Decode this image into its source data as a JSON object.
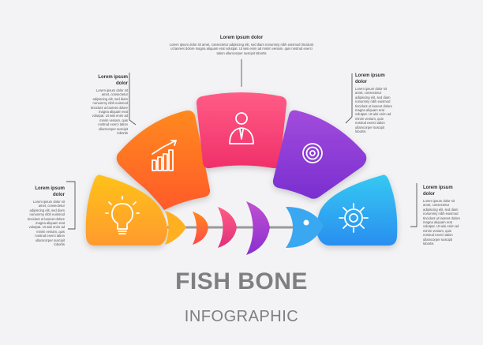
{
  "title": "FISH BONE",
  "subtitle": "INFOGRAPHIC",
  "notes": [
    {
      "heading": "Lorem ipsum dolor",
      "body": "Lorem ipsum dolor sit amet, consectetur adipiscing elit, sed diam nonummy nibh euismod tincidunt ut laoreet dolore magna aliquam erat volutpat. Ut wisi enim ad minim veniam, quis nostrud exerci tation ullamcorper suscipit lobortis"
    },
    {
      "heading": "Lorem ipsum dolor",
      "body": "Lorem ipsum dolor sit amet, consectetur adipiscing elit, sed diam nonummy nibh euismod tincidunt ut laoreet dolore magna aliquam erat volutpat. Ut wisi enim ad minim veniam, quis nostrud exerci tation ullamcorper suscipit lobortis"
    },
    {
      "heading": "Lorem ipsum dolor",
      "body": "Lorem ipsum dolor sit amet, consectetur adipiscing elit, sed diam nonummy nibh euismod tincidunt ut laoreet dolore magna aliquam erat volutpat. Ut wisi enim ad minim veniam, quis nostrud exerci tation ullamcorper suscipit lobortis"
    },
    {
      "heading": "Lorem ipsum dolor",
      "body": "Lorem ipsum dolor sit amet, consectetur adipiscing elit, sed diam nonummy nibh euismod tincidunt ut laoreet dolore magna aliquam erat volutpat. Ut wisi enim ad minim veniam, quis nostrud exerci tation ullamcorper suscipit lobortis"
    },
    {
      "heading": "Lorem ipsum dolor",
      "body": "Lorem ipsum dolor sit amet, consectetur adipiscing elit, sed diam nonummy nibh euismod tincidunt ut laoreet dolore magna aliquam erat volutpat. Ut wisi enim ad minim veniam, quis nostrud exerci tation ullamcorper suscipit lobortis"
    }
  ],
  "segments": [
    {
      "icon": "lightbulb-icon",
      "color_top": "#ffc21a",
      "color_bottom": "#ff9a2e"
    },
    {
      "icon": "bar-chart-growth-icon",
      "color_top": "#ff8a1e",
      "color_bottom": "#ff5a2a"
    },
    {
      "icon": "businessman-icon",
      "color_top": "#ff5c86",
      "color_bottom": "#f0306a"
    },
    {
      "icon": "target-icon",
      "color_top": "#a24bdc",
      "color_bottom": "#7a2fd0"
    },
    {
      "icon": "gear-icon",
      "color_top": "#35c9f2",
      "color_bottom": "#2a8ef0"
    }
  ]
}
